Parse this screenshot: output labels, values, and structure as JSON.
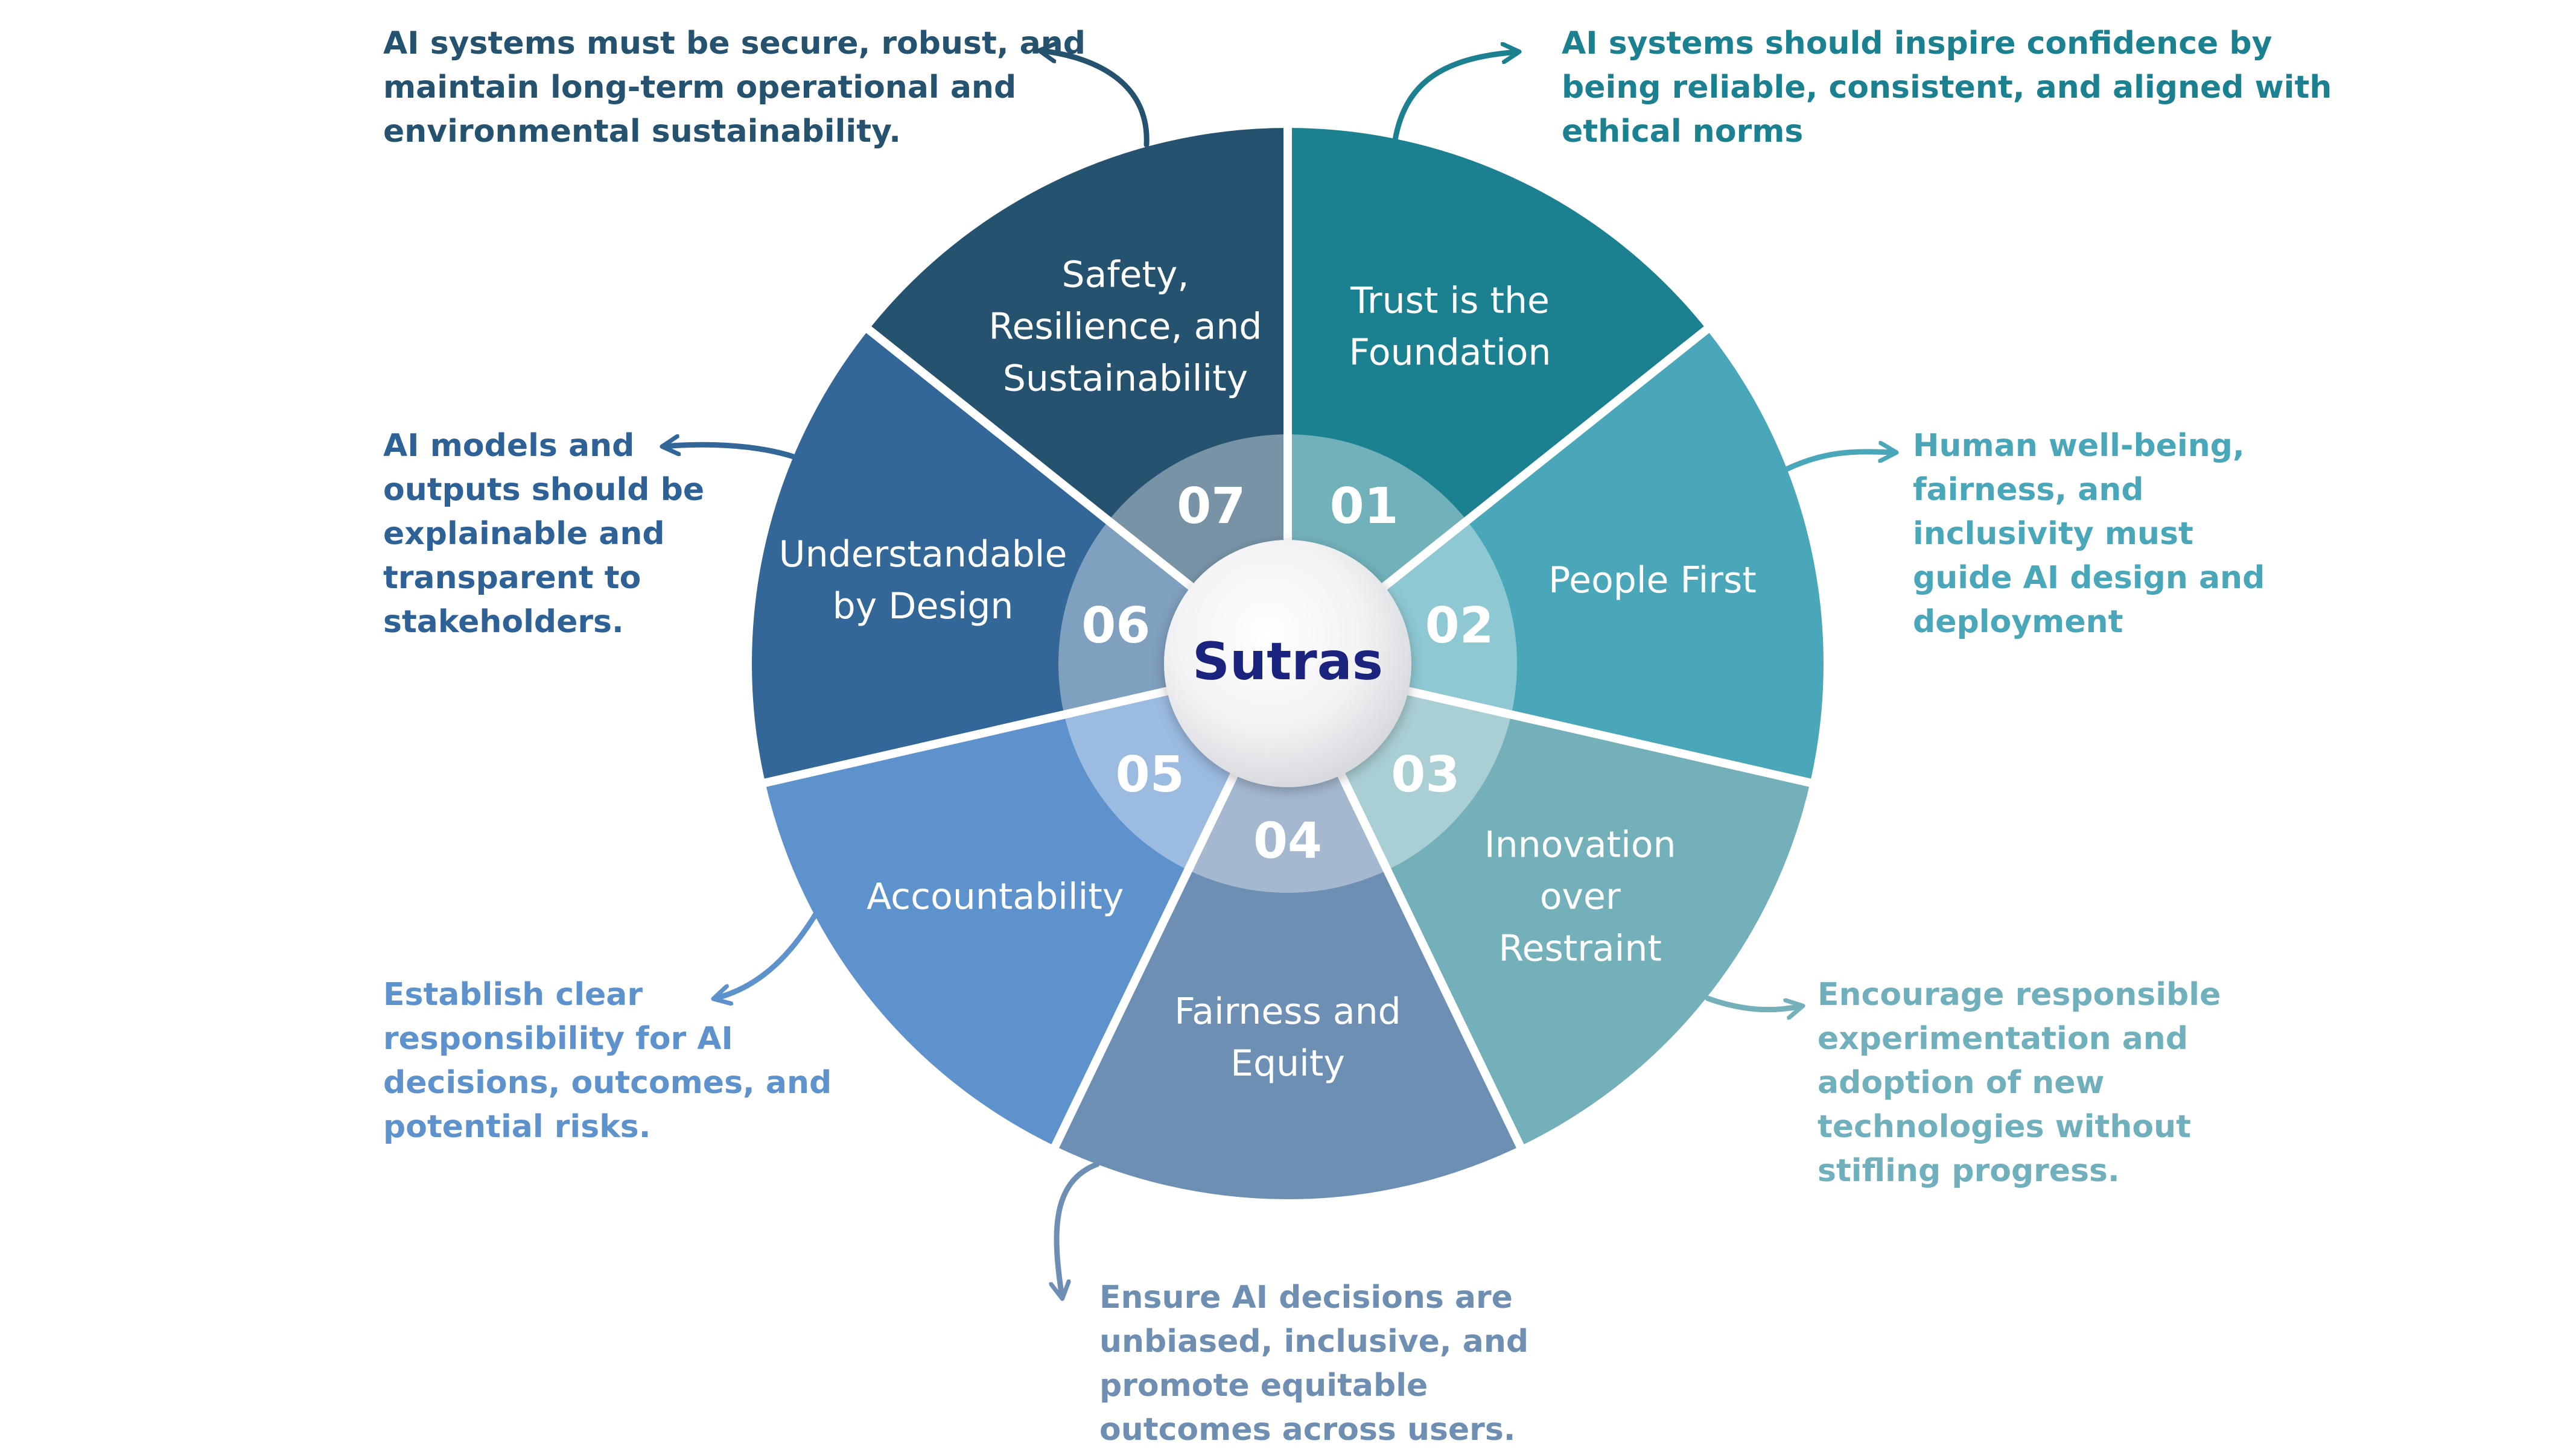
{
  "center_label": "Sutras",
  "colors": {
    "center_text": "#1a237e",
    "arrow_color_note": "arrows match segment colors"
  },
  "segments": [
    {
      "number": "01",
      "title": "Trust is the\nFoundation",
      "color": "#1b8190",
      "description": "AI systems should inspire confidence by\nbeing reliable, consistent, and aligned with\nethical norms"
    },
    {
      "number": "02",
      "title": "People First",
      "color": "#4aa7b9",
      "description": "Human well-being,\nfairness, and\ninclusivity must\nguide AI design and\ndeployment"
    },
    {
      "number": "03",
      "title": "Innovation\nover\nRestraint",
      "color": "#74b0b9",
      "description": "Encourage responsible\nexperimentation and\nadoption of new\ntechnologies without\nstifling progress."
    },
    {
      "number": "04",
      "title": "Fairness and\nEquity",
      "color": "#6d8fb3",
      "description": "Ensure AI decisions are\nunbiased, inclusive, and\npromote equitable\noutcomes across users."
    },
    {
      "number": "05",
      "title": "Accountability",
      "color": "#5e92cd",
      "description": "Establish clear\nresponsibility for AI\ndecisions, outcomes, and\npotential risks."
    },
    {
      "number": "06",
      "title": "Understandable\nby Design",
      "color": "#336798",
      "description": "AI models and\noutputs should be\nexplainable and\ntransparent to\nstakeholders."
    },
    {
      "number": "07",
      "title": "Safety,\nResilience, and\nSustainability",
      "color": "#25526f",
      "description": "AI systems must be secure, robust, and\nmaintain long-term operational and\nenvironmental sustainability."
    }
  ]
}
